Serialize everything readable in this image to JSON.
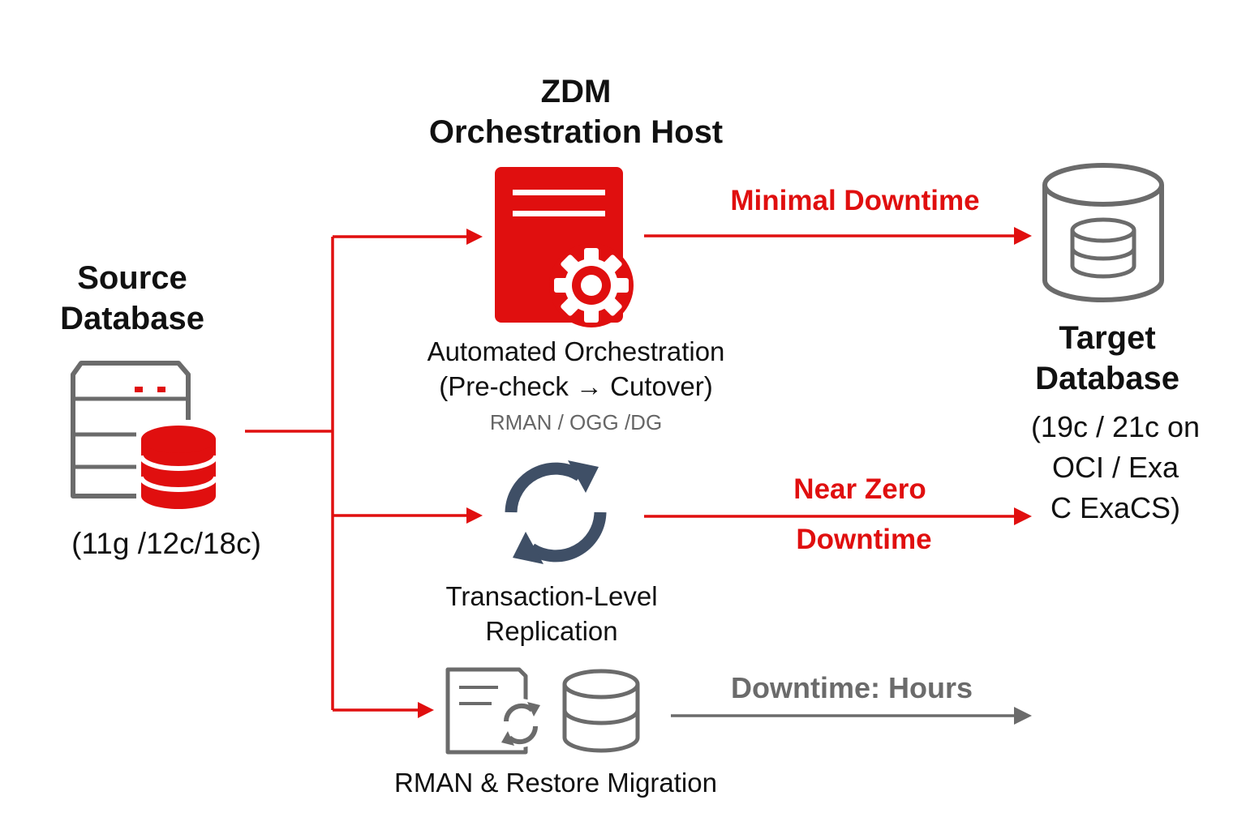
{
  "colors": {
    "accent": "#e00f0f",
    "grey": "#6b6b6b",
    "sync_blue": "#3f4f66",
    "text": "#111111"
  },
  "source": {
    "title_line1": "Source",
    "title_line2": "Database",
    "versions": "(11g /12c/18c)",
    "icon": "server-database-icon"
  },
  "zdm": {
    "title_line1": "ZDM",
    "title_line2": "Orchestration Host",
    "icon": "document-gear-icon",
    "desc_line1": "Automated Orchestration",
    "desc_line2": "(Pre-check → Cutover)",
    "tech": "RMAN / OGG /DG"
  },
  "replication": {
    "icon": "sync-icon",
    "desc_line1": "Transaction-Level",
    "desc_line2": "Replication"
  },
  "rman": {
    "icons": [
      "document-sync-icon",
      "database-icon"
    ],
    "desc": "RMAN & Restore Migration"
  },
  "target": {
    "icon": "database-icon",
    "title_line1": "Target",
    "title_line2": "Database",
    "detail_line1": "(19c / 21c on",
    "detail_line2": "OCI / Exa",
    "detail_line3": "C ExaCS)"
  },
  "paths": {
    "minimal": "Minimal Downtime",
    "near_zero_line1": "Near Zero",
    "near_zero_line2": "Downtime",
    "hours": "Downtime: Hours"
  }
}
